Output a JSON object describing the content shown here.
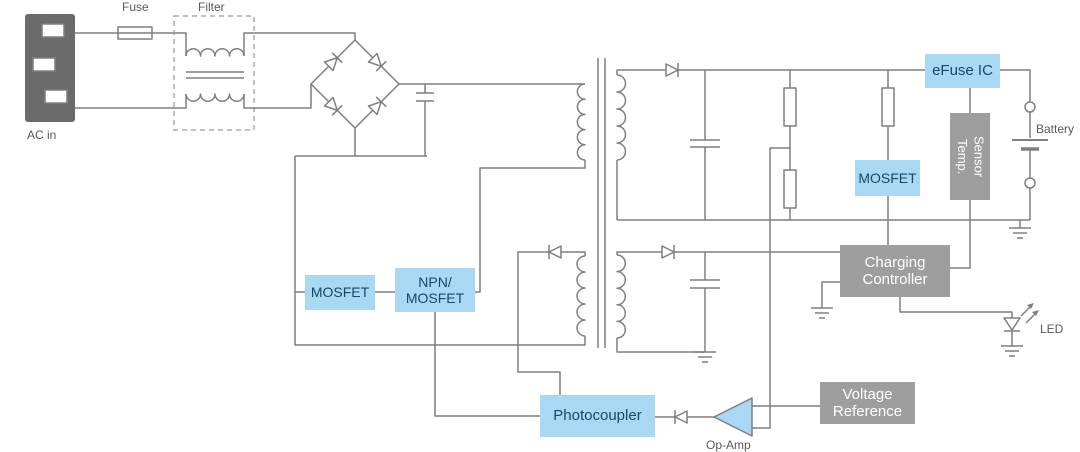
{
  "labels": {
    "ac_in": "AC in",
    "fuse": "Fuse",
    "filter": "Filter",
    "battery": "Battery",
    "led": "LED",
    "op_amp": "Op-Amp"
  },
  "blocks": {
    "efuse_ic": {
      "label": "eFuse IC"
    },
    "mosfet_secondary": {
      "label": "MOSFET"
    },
    "temp_sensor": {
      "line1": "Temp.",
      "line2": "Sensor"
    },
    "charging_controller": {
      "line1": "Charging",
      "line2": "Controller"
    },
    "voltage_reference": {
      "line1": "Voltage",
      "line2": "Reference"
    },
    "mosfet_primary": {
      "label": "MOSFET"
    },
    "npn_mosfet": {
      "line1": "NPN/",
      "line2": "MOSFET"
    },
    "photocoupler": {
      "label": "Photocoupler"
    }
  },
  "colors": {
    "wire": "#7f7f7f",
    "block_blue": "#a9d8f2",
    "block_gray": "#9e9e9e",
    "blue_text": "#17486b",
    "label_text": "#595959",
    "plug": "#6b6b6b"
  }
}
